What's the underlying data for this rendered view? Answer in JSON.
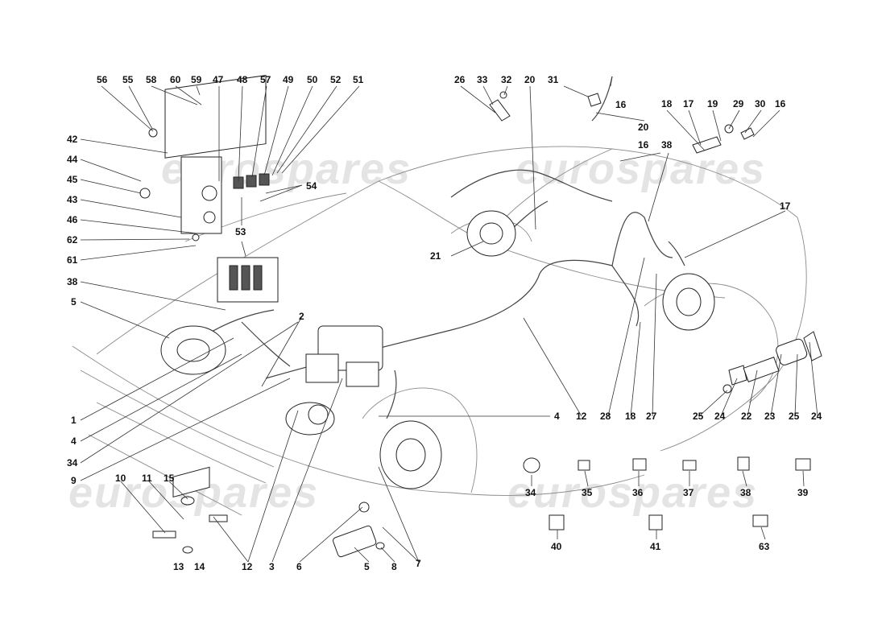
{
  "watermarks": [
    "eurospares",
    "eurospares",
    "eurospares",
    "eurospares"
  ],
  "callouts": [
    "56",
    "55",
    "58",
    "60",
    "59",
    "47",
    "48",
    "57",
    "49",
    "50",
    "52",
    "51",
    "42",
    "44",
    "45",
    "43",
    "46",
    "62",
    "61",
    "53",
    "54",
    "38",
    "5",
    "1",
    "4",
    "34",
    "9",
    "10",
    "11",
    "15",
    "12",
    "3",
    "6",
    "5",
    "8",
    "7",
    "2",
    "4",
    "12",
    "28",
    "18",
    "27",
    "26",
    "33",
    "32",
    "20",
    "31",
    "16",
    "20",
    "16",
    "21",
    "38",
    "18",
    "17",
    "19",
    "29",
    "30",
    "16",
    "17",
    "25",
    "24",
    "22",
    "23",
    "25",
    "24",
    "34",
    "35",
    "36",
    "37",
    "38",
    "39",
    "40",
    "41",
    "63",
    "13",
    "14"
  ]
}
